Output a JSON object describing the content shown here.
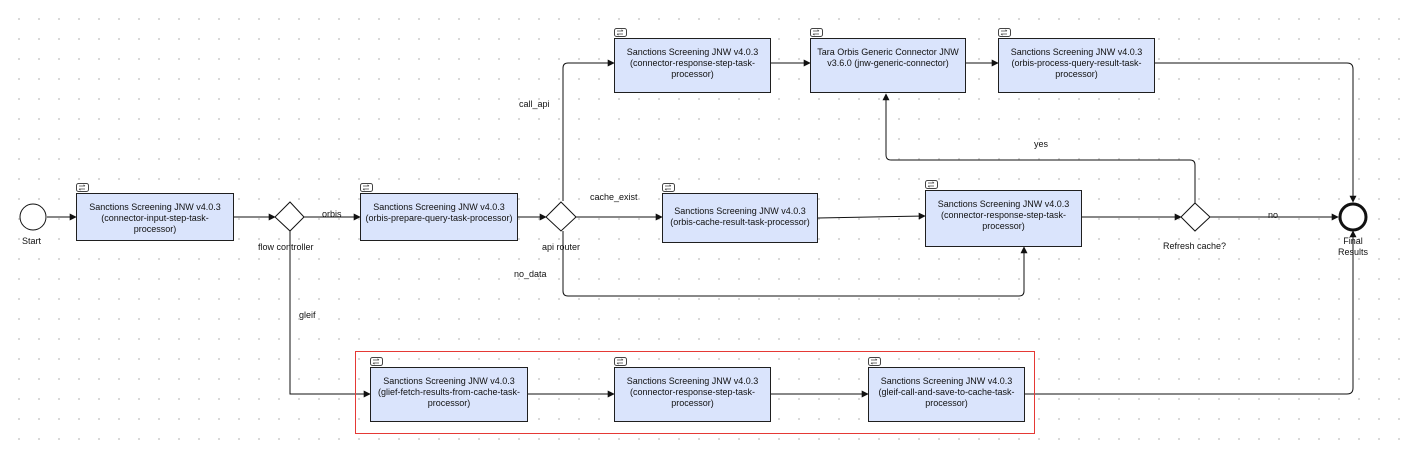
{
  "diagram": {
    "start": {
      "label": "Start"
    },
    "end": {
      "label": "Final\nResults"
    },
    "gateways": {
      "flow_controller": "flow controller",
      "api_router": "api router",
      "refresh_cache": "Refresh cache?"
    },
    "edge_labels": {
      "orbis": "orbis",
      "gleif": "gleif",
      "call_api": "call_api",
      "cache_exist": "cache_exist",
      "no_data": "no_data",
      "yes": "yes",
      "no": "no"
    },
    "tasks": {
      "input_step": {
        "line1": "Sanctions Screening JNW v4.0.3",
        "line2": "(connector-input-step-task-processor)"
      },
      "prepare_query": {
        "line1": "Sanctions Screening JNW v4.0.3",
        "line2": "(orbis-prepare-query-task-processor)"
      },
      "response_step_api": {
        "line1": "Sanctions Screening JNW v4.0.3",
        "line2": "(connector-response-step-task-processor)"
      },
      "generic_connector": {
        "line1": "Tara Orbis Generic Connector JNW",
        "line2": "v3.6.0 (jnw-generic-connector)"
      },
      "process_query_result": {
        "line1": "Sanctions Screening JNW v4.0.3",
        "line2": "(orbis-process-query-result-task-processor)"
      },
      "cache_result": {
        "line1": "Sanctions Screening JNW v4.0.3",
        "line2": "(orbis-cache-result-task-processor)"
      },
      "response_step_mid": {
        "line1": "Sanctions Screening JNW v4.0.3",
        "line2": "(connector-response-step-task-processor)"
      },
      "gleif_fetch": {
        "line1": "Sanctions Screening JNW v4.0.3",
        "line2": "(glief-fetch-results-from-cache-task-processor)"
      },
      "gleif_response_step": {
        "line1": "Sanctions Screening JNW v4.0.3",
        "line2": "(connector-response-step-task-processor)"
      },
      "gleif_call_save": {
        "line1": "Sanctions Screening JNW v4.0.3",
        "line2": "(gleif-call-and-save-to-cache-task-processor)"
      }
    },
    "colors": {
      "task_fill": "#dae4fc",
      "highlight": "#e53935",
      "stroke": "#1f1f1f"
    }
  }
}
